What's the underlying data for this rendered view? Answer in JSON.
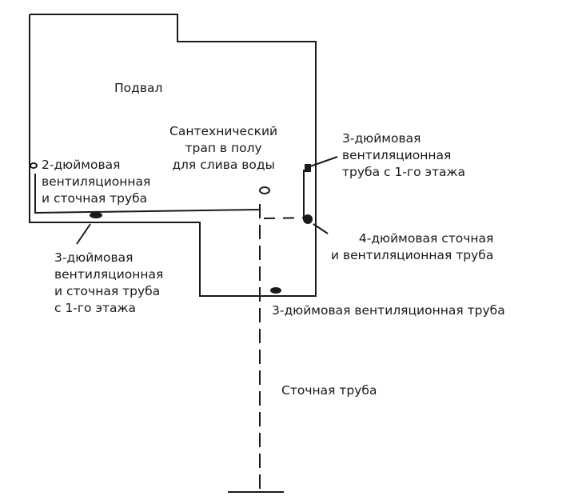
{
  "labels": {
    "basement": "Подвал",
    "floor_drain": [
      "Сантехнический",
      "трап в полу",
      "для слива воды"
    ],
    "vent_2in": [
      "2-дюймовая",
      "вентиляционная",
      "и сточная труба"
    ],
    "vent_3in_first_floor_right": [
      "3-дюймовая",
      "вентиляционная",
      "труба с 1-го этажа"
    ],
    "drain_4in": [
      "4-дюймовая сточная",
      "и вентиляционная труба"
    ],
    "vent_3in_first_floor_left": [
      "3-дюймовая",
      "вентиляционная",
      "и сточная труба",
      "с 1-го этажа"
    ],
    "vent_3in": "3-дюймовая вентиляционная труба",
    "sewer": "Сточная труба"
  }
}
